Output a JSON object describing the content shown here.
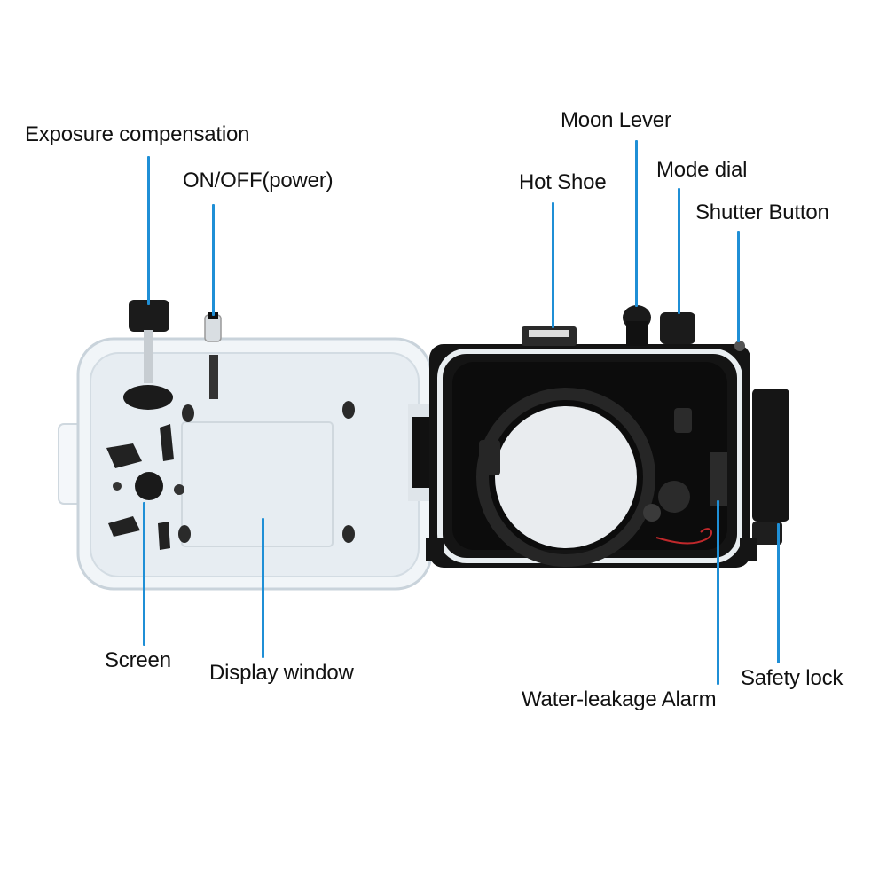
{
  "labels": {
    "exposure_compensation": "Exposure compensation",
    "on_off_power": "ON/OFF(power)",
    "hot_shoe": "Hot Shoe",
    "moon_lever": "Moon Lever",
    "mode_dial": "Mode dial",
    "shutter_button": "Shutter Button",
    "screen": "Screen",
    "display_window": "Display window",
    "water_leakage_alarm": "Water-leakage Alarm",
    "safety_lock": "Safety lock"
  },
  "colors": {
    "leader_line": "#1f8fd6",
    "housing_dark": "#111111",
    "housing_clear": "#eef3f7"
  }
}
